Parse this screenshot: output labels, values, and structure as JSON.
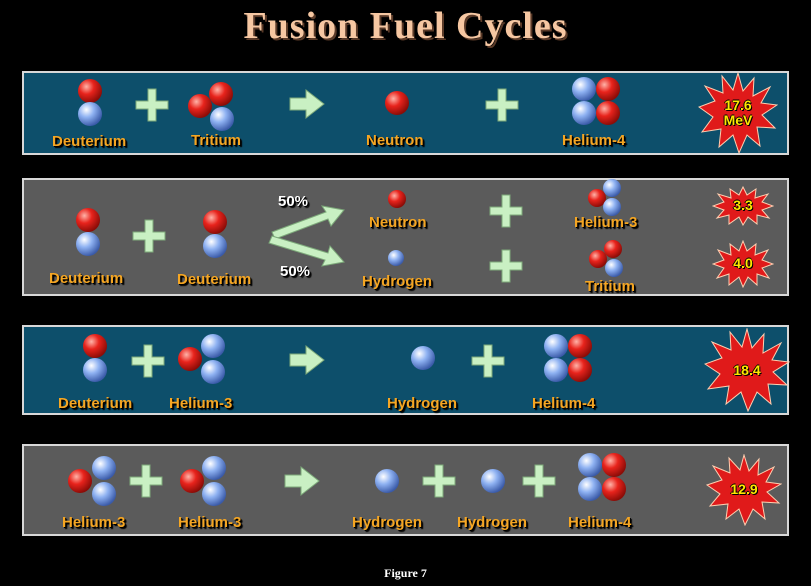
{
  "title": "Fusion Fuel Cycles",
  "caption": "Figure 7",
  "colors": {
    "proton": "#e8231c",
    "neutron": "#8fb2f2",
    "plus_arrow": "#c9f0c3",
    "label": "#f5a623",
    "energy_burst": "#e01a1a",
    "energy_text": "#ffe600"
  },
  "reactions": [
    {
      "id": "d-t",
      "reactants": [
        "Deuterium",
        "Tritium"
      ],
      "products": [
        "Neutron",
        "Helium-4"
      ],
      "energy_line1": "17.6",
      "energy_line2": "MeV"
    },
    {
      "id": "d-d",
      "reactants": [
        "Deuterium",
        "Deuterium"
      ],
      "branches": [
        {
          "percent": "50%",
          "products": [
            "Neutron",
            "Helium-3"
          ],
          "energy": "3.3"
        },
        {
          "percent": "50%",
          "products": [
            "Hydrogen",
            "Tritium"
          ],
          "energy": "4.0"
        }
      ]
    },
    {
      "id": "d-he3",
      "reactants": [
        "Deuterium",
        "Helium-3"
      ],
      "products": [
        "Hydrogen",
        "Helium-4"
      ],
      "energy": "18.4"
    },
    {
      "id": "he3-he3",
      "reactants": [
        "Helium-3",
        "Helium-3"
      ],
      "products": [
        "Hydrogen",
        "Hydrogen",
        "Helium-4"
      ],
      "energy": "12.9"
    }
  ]
}
